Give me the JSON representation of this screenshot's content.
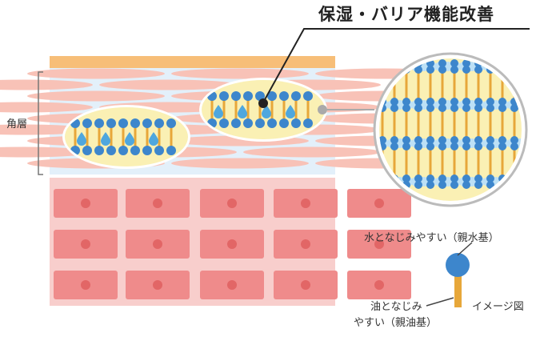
{
  "texts": {
    "title": "保湿・バリア機能改善",
    "stratum_corneum": "角層",
    "hydrophilic_label": "水となじみやすい（親水基）",
    "lipophilic_line1": "油となじみ",
    "lipophilic_line2": "やすい（親油基）",
    "image_note": "イメージ図"
  },
  "colors": {
    "top_band": "#F7BE78",
    "stratum_bg": "#FBD6CF",
    "corneocyte": "#F8C2B7",
    "lipid_gap": "#E3F0FA",
    "cell_block": "#EF8B8B",
    "cell_bg": "#F8CECC",
    "nucleus": "#E26666",
    "lamella": "#FAF0B4",
    "head": "#3D86CC",
    "tail": "#E7A73A",
    "water": "#4FA7DE"
  },
  "icons": [
    "water-drop-icon",
    "lipid-molecule-icon"
  ]
}
